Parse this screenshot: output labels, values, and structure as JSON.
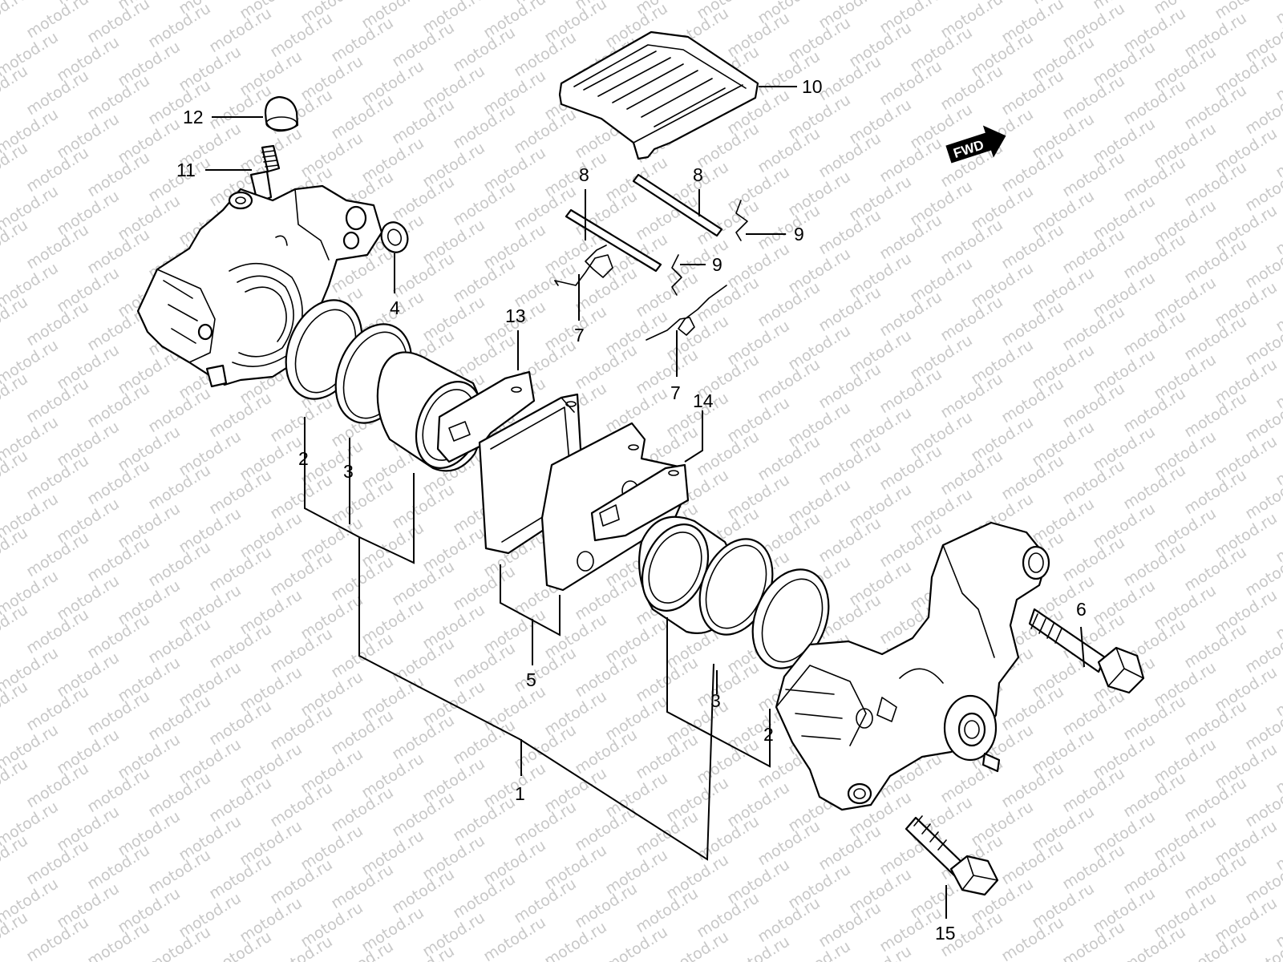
{
  "watermark": "motod.ru",
  "direction_badge": "FWD",
  "callouts": [
    {
      "id": "c1",
      "label": "1"
    },
    {
      "id": "c2a",
      "label": "2"
    },
    {
      "id": "c2b",
      "label": "2"
    },
    {
      "id": "c3a",
      "label": "3"
    },
    {
      "id": "c3b",
      "label": "3"
    },
    {
      "id": "c4",
      "label": "4"
    },
    {
      "id": "c5",
      "label": "5"
    },
    {
      "id": "c6",
      "label": "6"
    },
    {
      "id": "c7a",
      "label": "7"
    },
    {
      "id": "c7b",
      "label": "7"
    },
    {
      "id": "c8a",
      "label": "8"
    },
    {
      "id": "c8b",
      "label": "8"
    },
    {
      "id": "c9a",
      "label": "9"
    },
    {
      "id": "c9b",
      "label": "9"
    },
    {
      "id": "c10",
      "label": "10"
    },
    {
      "id": "c11",
      "label": "11"
    },
    {
      "id": "c12",
      "label": "12"
    },
    {
      "id": "c13",
      "label": "13"
    },
    {
      "id": "c14",
      "label": "14"
    },
    {
      "id": "c15",
      "label": "15"
    }
  ]
}
